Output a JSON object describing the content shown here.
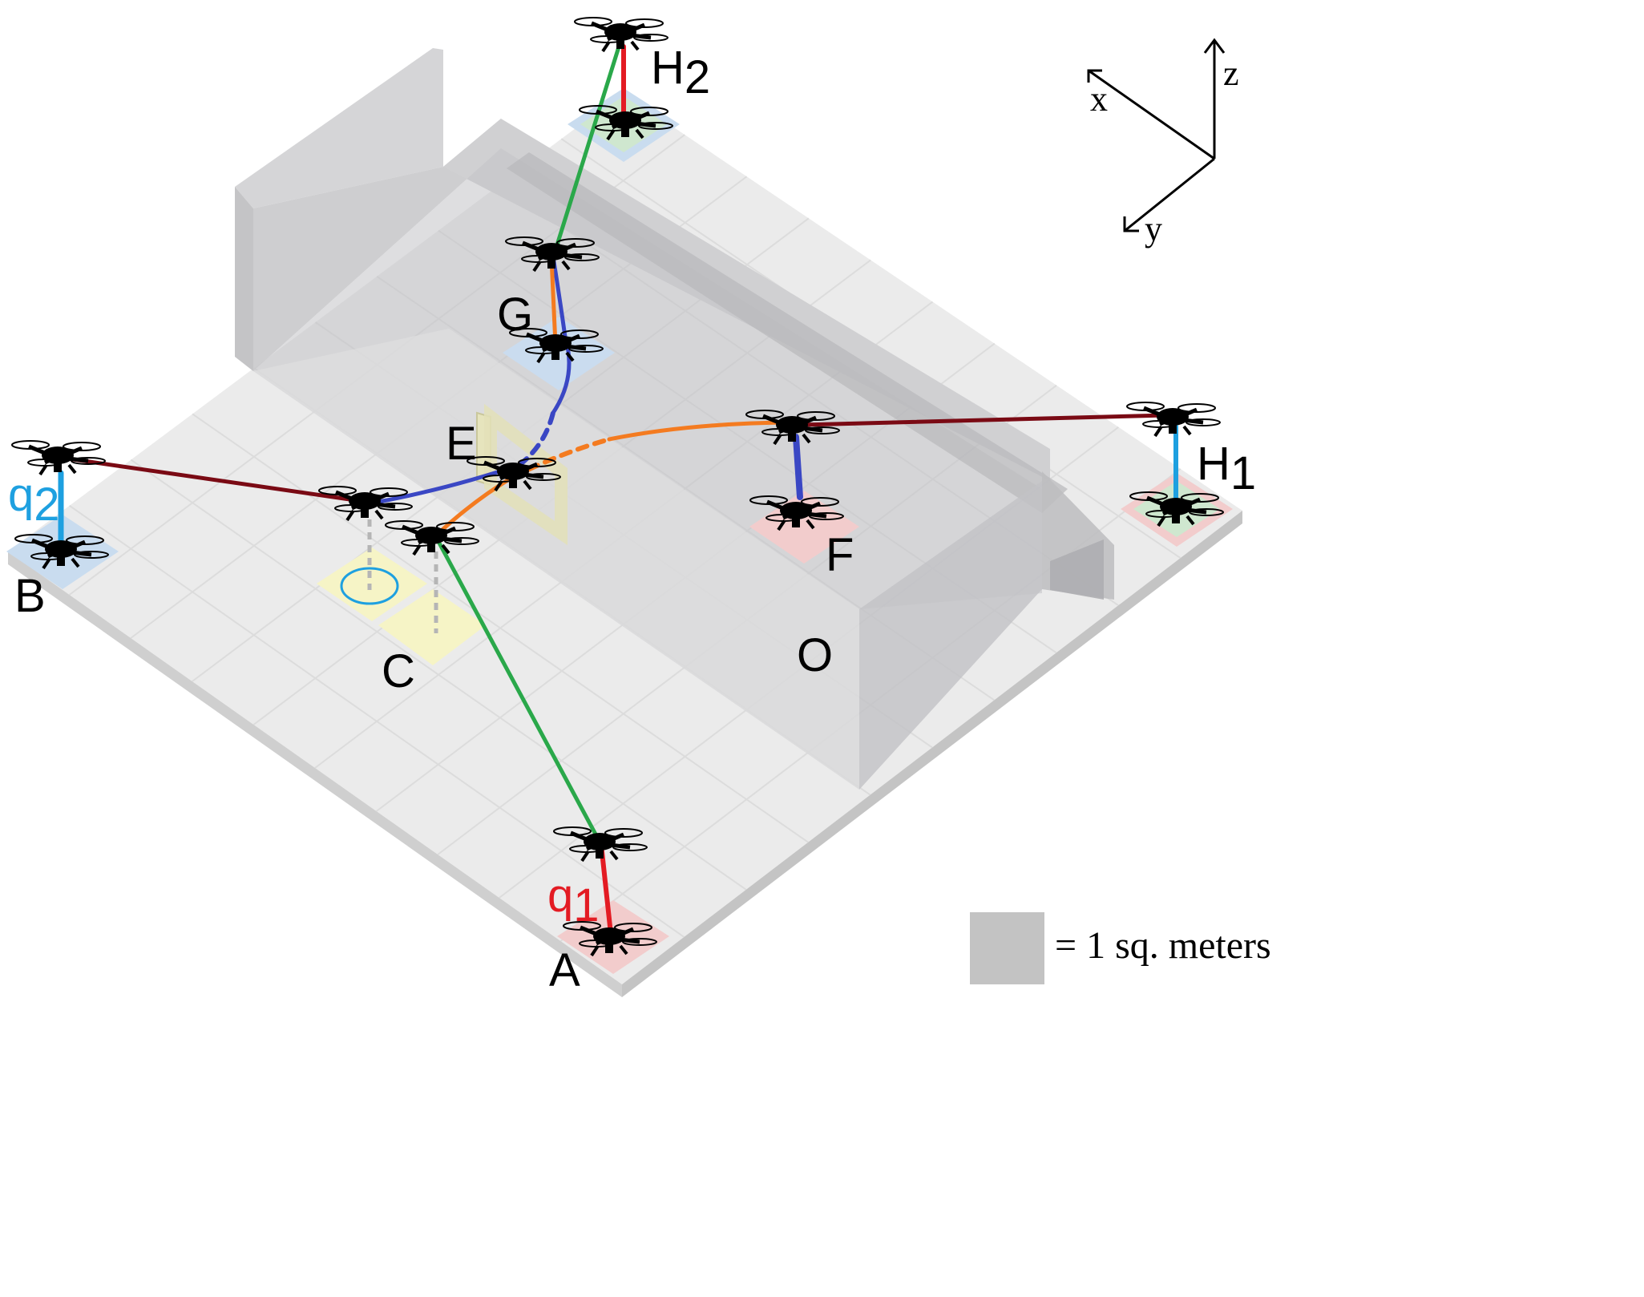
{
  "labels": {
    "A": "A",
    "B": "B",
    "C": "C",
    "E": "E",
    "F": "F",
    "G": "G",
    "O": "O",
    "H1": "H",
    "H1_sub": "1",
    "H2": "H",
    "H2_sub": "2",
    "q1": "q",
    "q1_sub": "1",
    "q2": "q",
    "q2_sub": "2"
  },
  "axes": {
    "x": "x",
    "y": "y",
    "z": "z"
  },
  "legend": {
    "text": "= 1 sq. meters"
  },
  "colors": {
    "floor": "#e6e6e6",
    "wall": "#c9c9cb",
    "pad_red": "#f3cfcf",
    "pad_blue": "#cfe0ef",
    "pad_green": "#cfe7cf",
    "pad_yellow": "#f6f3cb",
    "path_green": "#2aa84a",
    "path_red": "#e31b23",
    "path_blue": "#3a47c4",
    "path_orange": "#f47b20",
    "path_darkred": "#7a0a14",
    "path_cyan": "#1ea0e0",
    "q1_color": "#e31b23",
    "q2_color": "#1ea0e0"
  },
  "icons": [
    "quadrotor-drone-icon"
  ]
}
